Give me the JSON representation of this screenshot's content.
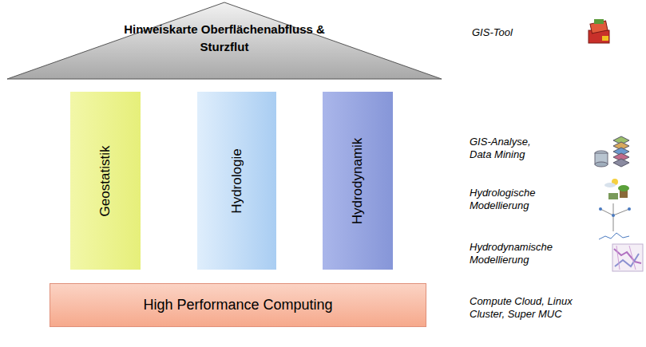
{
  "diagram": {
    "nodes": [
      {
        "text": [
          "Hinweiskarte Oberflächenabfluss & Sturzflut"
        ]
      },
      {
        "text": [
          "Geostatistik"
        ]
      },
      {
        "text": [
          "Hydrologie"
        ]
      },
      {
        "text": [
          "Hydrodynamik"
        ]
      },
      {
        "text": [
          "High Performance Computing"
        ]
      }
    ],
    "labels": [
      "GIS-Tool",
      "GIS-Analyse, Data Mining",
      "Hydrologische Modellierung",
      "Hydrodynamische Modellierung",
      "Compute Cloud, Linux Cluster, Super MUC"
    ]
  }
}
